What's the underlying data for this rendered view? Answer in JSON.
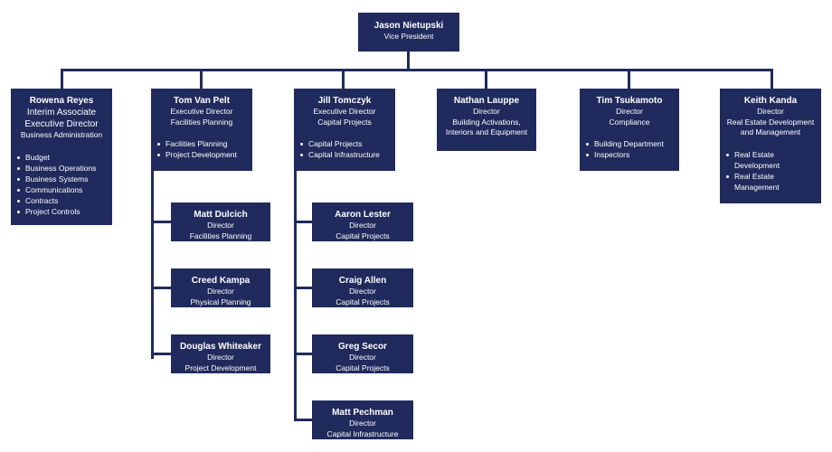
{
  "vp": {
    "name": "Jason Nietupski",
    "title": "Vice President"
  },
  "reports": [
    {
      "name": "Rowena Reyes",
      "lines": [
        "Interim Associate",
        "Executive Director",
        "Business Administration"
      ],
      "items": [
        "Budget",
        "Business Operations",
        "Business Systems",
        "Communications",
        "Contracts",
        "Project Controls"
      ]
    },
    {
      "name": "Tom Van Pelt",
      "lines": [
        "Executive Director",
        "Facilities Planning"
      ],
      "items": [
        "Facilities Planning",
        "Project Development"
      ]
    },
    {
      "name": "Jill Tomczyk",
      "lines": [
        "Executive Director",
        "Capital Projects"
      ],
      "items": [
        "Capital Projects",
        "Capital Infrastructure"
      ]
    },
    {
      "name": "Nathan Lauppe",
      "lines": [
        "Director",
        "Building Activations,",
        "Interiors and Equipment"
      ],
      "items": []
    },
    {
      "name": "Tim Tsukamoto",
      "lines": [
        "Director",
        "Compliance"
      ],
      "items": [
        "Building Department",
        "Inspectors"
      ]
    },
    {
      "name": "Keith Kanda",
      "lines": [
        "Director",
        "Real Estate Development",
        "and Management"
      ],
      "items": [
        "Real Estate Development",
        "Real Estate Management"
      ]
    }
  ],
  "facilities_reports": [
    {
      "name": "Matt Dulcich",
      "title": "Director",
      "dept": "Facilities Planning"
    },
    {
      "name": "Creed Kampa",
      "title": "Director",
      "dept": "Physical Planning"
    },
    {
      "name": "Douglas Whiteaker",
      "title": "Director",
      "dept": "Project Development"
    }
  ],
  "capital_reports": [
    {
      "name": "Aaron Lester",
      "title": "Director",
      "dept": "Capital Projects"
    },
    {
      "name": "Craig Allen",
      "title": "Director",
      "dept": "Capital Projects"
    },
    {
      "name": "Greg Secor",
      "title": "Director",
      "dept": "Capital Projects"
    },
    {
      "name": "Matt Pechman",
      "title": "Director",
      "dept": "Capital Infrastructure"
    }
  ],
  "colors": {
    "box": "#202a5c",
    "text": "#ffffff",
    "background": "#ffffff"
  }
}
